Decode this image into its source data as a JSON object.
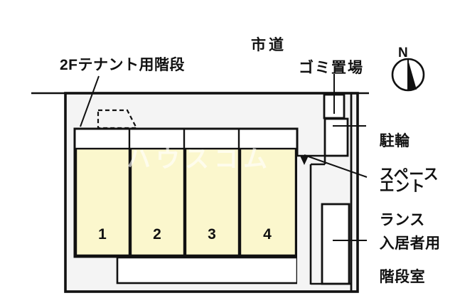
{
  "diagram": {
    "title_labels": {
      "tenant_stairs": "2Fテナント用階段",
      "city_road": "市道",
      "garbage_area": "ゴミ置場",
      "bicycle_space_line1": "駐輪",
      "bicycle_space_line2": "スペース",
      "entrance_line1": "エント",
      "entrance_line2": "ランス",
      "resident_stairs_line1": "入居者用",
      "resident_stairs_line2": "階段室"
    },
    "compass": {
      "north_label": "N"
    },
    "watermark": "ハウスコム",
    "units": [
      {
        "number": "1"
      },
      {
        "number": "2"
      },
      {
        "number": "3"
      },
      {
        "number": "4"
      }
    ],
    "colors": {
      "unit_fill": "#fbf7cd",
      "site_fill": "#f4f4f4",
      "outline": "#111111",
      "white": "#ffffff",
      "background": "#ffffff"
    }
  }
}
